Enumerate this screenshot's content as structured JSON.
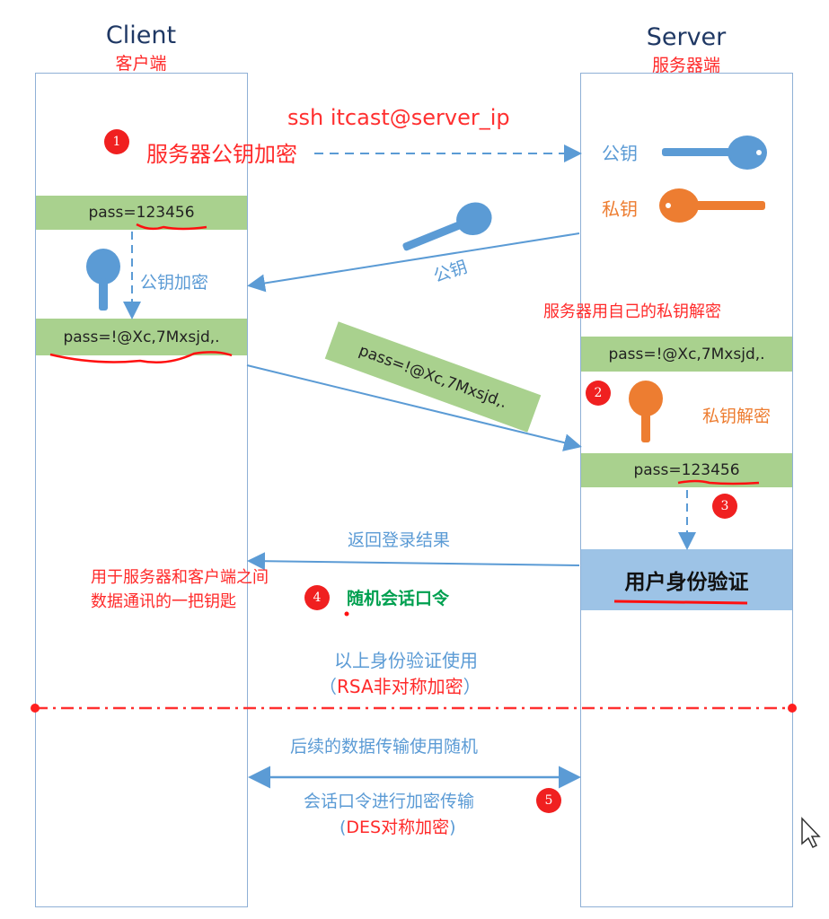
{
  "client": {
    "title": "Client",
    "subtitle": "客户端"
  },
  "server": {
    "title": "Server",
    "subtitle": "服务器端"
  },
  "step1": {
    "badge": "1",
    "command": "ssh itcast@server_ip",
    "label": "服务器公钥加密"
  },
  "server_keys": {
    "public_label": "公钥",
    "private_label": "私钥"
  },
  "public_key_transfer_label": "公钥",
  "client_plain": "pass=123456",
  "client_encrypt_label": "公钥加密",
  "client_cipher": "pass=!@Xc,7Mxsjd,.",
  "transfer_cipher": "pass=!@Xc,7Mxsjd,.",
  "server_decrypt_note": "服务器用自己的私钥解密",
  "server_cipher": "pass=!@Xc,7Mxsjd,.",
  "step2": {
    "badge": "2",
    "label": "私钥解密"
  },
  "server_plain": "pass=123456",
  "step3": {
    "badge": "3"
  },
  "auth_box": "用户身份验证",
  "return_label": "返回登录结果",
  "session_note": {
    "line1": "用于服务器和客户端之间",
    "line2": "数据通讯的一把钥匙"
  },
  "step4": {
    "badge": "4",
    "label": "随机会话口令"
  },
  "rsa_note": {
    "line1": "以上身份验证使用",
    "line2_open": "（",
    "line2": "RSA非对称加密",
    "line2_close": "）"
  },
  "des_note": {
    "line1": "后续的数据传输使用随机",
    "line2": "会话口令进行加密传输",
    "line3_open": "(",
    "line3": "DES对称加密",
    "line3_close": ")"
  },
  "step5": {
    "badge": "5"
  },
  "colors": {
    "green": "#a9d18e",
    "blue_box": "#9dc3e6",
    "arrow": "#5b9bd5",
    "red": "#ff2a2a",
    "orange": "#ed7d31"
  }
}
